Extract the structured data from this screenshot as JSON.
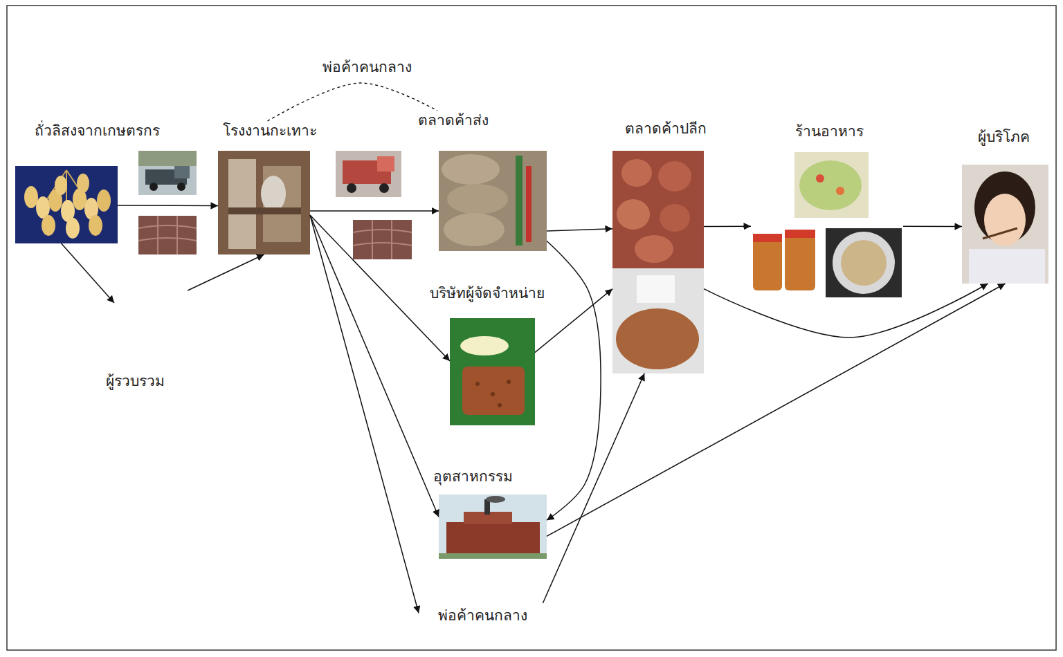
{
  "diagram": {
    "nodes": [
      {
        "text": [
          "ถั่วลิสงจากเกษตรกร"
        ]
      },
      {
        "text": [
          "ผู้รวบรวม"
        ]
      },
      {
        "text": [
          "โรงงานกะเทาะ"
        ]
      },
      {
        "text": [
          "ตลาดค้าส่ง"
        ]
      },
      {
        "text": [
          "บริษัทผู้จัดจำหน่าย"
        ]
      },
      {
        "text": [
          "อุตสาหกรรม"
        ]
      },
      {
        "text": [
          "พ่อค้าคนกลาง"
        ]
      },
      {
        "text": [
          "ตลาดค้าปลีก"
        ]
      },
      {
        "text": [
          "ร้านอาหาร"
        ]
      },
      {
        "text": [
          "ผู้บริโภค"
        ]
      }
    ],
    "edges": [
      {
        "from": 0,
        "to": 2,
        "arrow": "to"
      },
      {
        "from": 0,
        "to": 1,
        "arrow": "to"
      },
      {
        "from": 1,
        "to": 2,
        "arrow": "to"
      },
      {
        "from": 2,
        "to": 3,
        "arrow": "to"
      },
      {
        "from": 2,
        "to": 4,
        "arrow": "to"
      },
      {
        "from": 2,
        "to": 5,
        "arrow": "to"
      },
      {
        "from": 2,
        "to": 6,
        "arrow": "to"
      },
      {
        "from": 3,
        "to": 7,
        "arrow": "to"
      },
      {
        "from": 3,
        "to": 5,
        "arrow": "to"
      },
      {
        "from": 4,
        "to": 7,
        "arrow": "to"
      },
      {
        "from": 5,
        "to": 9,
        "arrow": "to"
      },
      {
        "from": 6,
        "to": 7,
        "arrow": "to"
      },
      {
        "from": 7,
        "to": 8,
        "arrow": "to"
      },
      {
        "from": 7,
        "to": 9,
        "arrow": "to"
      },
      {
        "from": 8,
        "to": 9,
        "arrow": "to"
      },
      {
        "from": 2,
        "to": 3,
        "label": "พ่อค้าคนกลาง",
        "arrow": "none"
      }
    ]
  }
}
